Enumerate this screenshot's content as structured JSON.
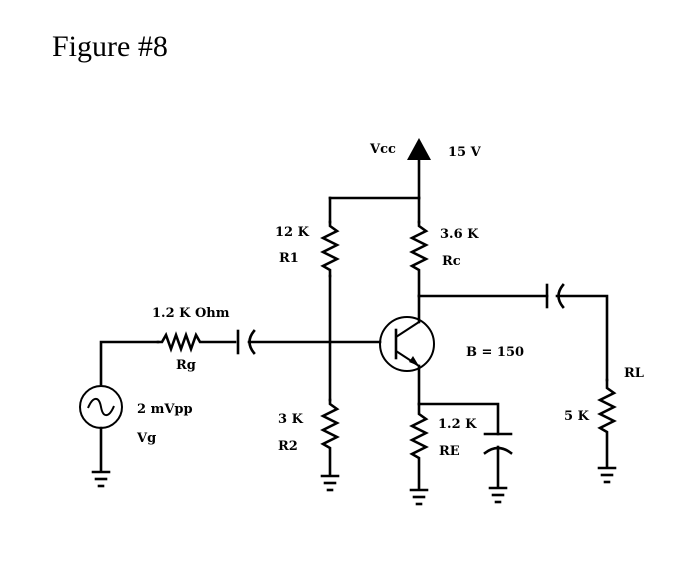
{
  "figure_title": "Figure #8",
  "labels": {
    "vcc": "Vcc",
    "vcc_value": "15 V",
    "r1_value": "12 K",
    "r1_name": "R1",
    "rc_value": "3.6 K",
    "rc_name": "Rc",
    "rg_value": "1.2 K Ohm",
    "rg_name": "Rg",
    "beta": "B = 150",
    "rl_name": "RL",
    "rl_value": "5 K",
    "vg_value": "2 mVpp",
    "vg_name": "Vg",
    "r2_value": "3 K",
    "r2_name": "R2",
    "re_value": "1.2 K",
    "re_name": "RE"
  }
}
